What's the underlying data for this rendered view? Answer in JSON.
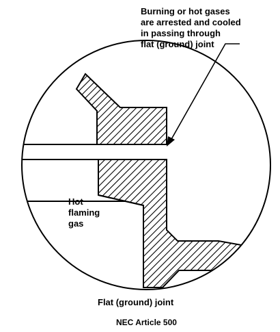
{
  "annotation": {
    "lines": [
      "Burning or hot gases",
      "are arrested and cooled",
      "in passing through",
      "flat (ground) joint"
    ]
  },
  "hot_gas_label": {
    "lines": [
      "Hot",
      "flaming",
      "gas"
    ]
  },
  "caption": "Flat (ground) joint",
  "source": "NEC Article 500",
  "colors": {
    "ink": "#000000",
    "background": "#ffffff"
  }
}
